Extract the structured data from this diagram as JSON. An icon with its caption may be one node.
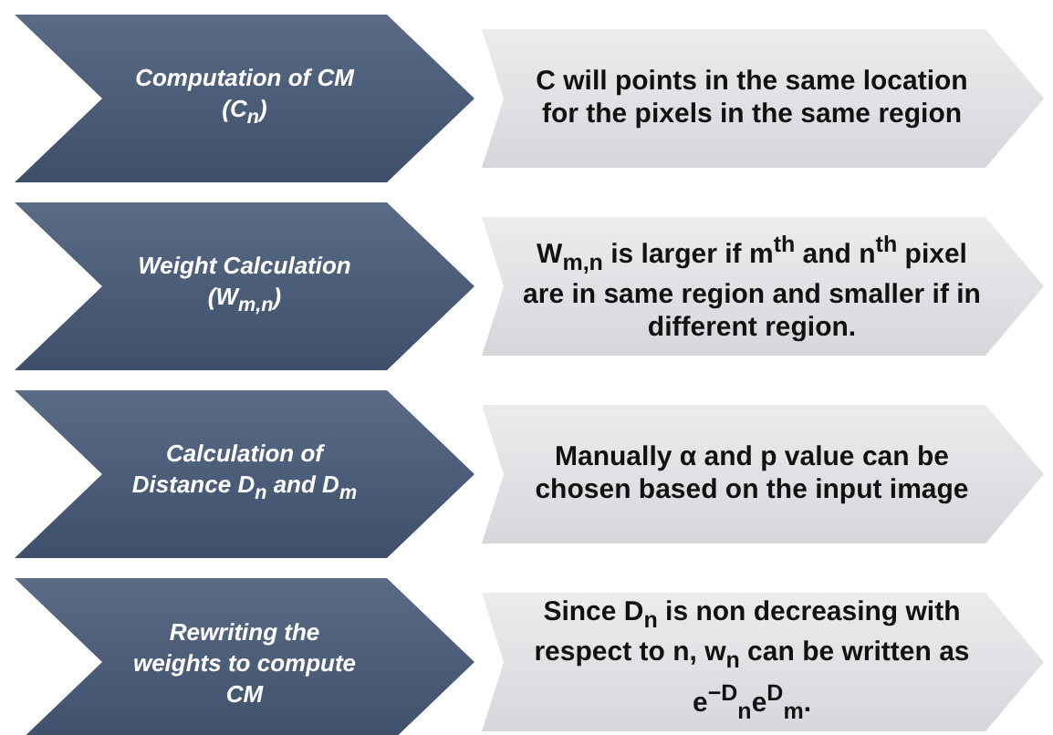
{
  "diagram": {
    "nodes": [
      {
        "text": [
          "Computation of CM (C$_{n}$)"
        ]
      },
      {
        "text": [
          "C will points in the same location for the pixels in the same region"
        ]
      },
      {
        "text": [
          "Weight Calculation (W$_{m,n}$)"
        ]
      },
      {
        "text": [
          "W$_{m,n}$ is larger if m$^{th}$ and n$^{th}$ pixel are in same region and smaller if in different region."
        ]
      },
      {
        "text": [
          "Calculation of Distance D$_{n}$ and D$_{m}$"
        ]
      },
      {
        "text": [
          "Manually α and p value can be chosen based on the input image"
        ]
      },
      {
        "text": [
          "Rewriting the weights to compute CM"
        ]
      },
      {
        "text": [
          "Since D$_{n}$ is non decreasing with respect to n, w$_{n}$ can be written as e$^{−D}$$_{n}$e$^{D}$$_{m}$."
        ]
      }
    ]
  }
}
